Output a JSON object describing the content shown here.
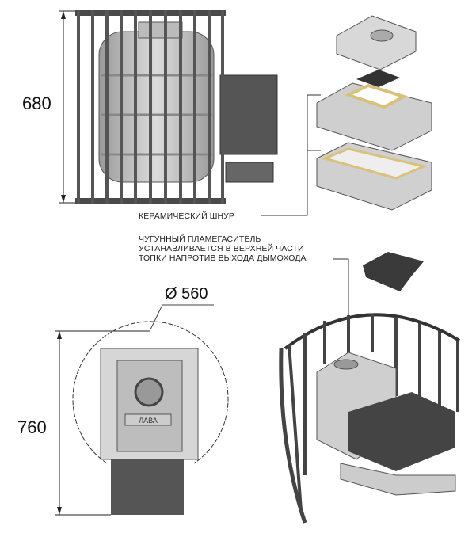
{
  "dimensions": {
    "height_top": "680",
    "height_bottom": "760",
    "diameter": "Ø 560"
  },
  "callouts": {
    "ceramic_cord": "КЕРАМИЧЕСКИЙ ШНУР",
    "flame_arrestor_lines": [
      "ЧУГУННЫЙ ПЛАМЕГАСИТЕЛЬ",
      "УСТАНАВЛИВАЕТСЯ В ВЕРХНЕЙ ЧАСТИ",
      "ТОПКИ НАПРОТИВ ВЫХОДА ДЫМОХОДА"
    ]
  },
  "logo_text": "ЛАВА",
  "colors": {
    "cord": "#d8c27a",
    "metal": "#8a8a8a",
    "dark": "#4a4a4a"
  }
}
